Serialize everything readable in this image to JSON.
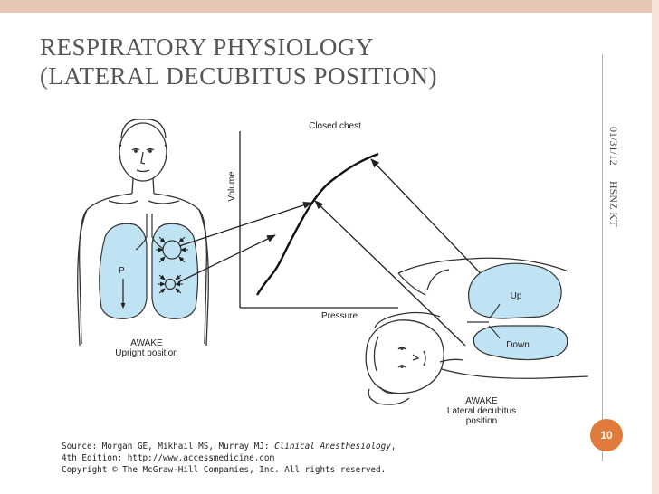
{
  "title": {
    "line1": "RESPIRATORY PHYSIOLOGY",
    "line2": "(LATERAL DECUBITUS POSITION)"
  },
  "sidebar": {
    "date": "01/31/12",
    "author": "HSNZ KT"
  },
  "page_number": "10",
  "figure": {
    "graph_title": "Closed chest",
    "y_axis_label": "Volume",
    "x_axis_label": "Pressure",
    "label_p": "P",
    "upright_caption_1": "AWAKE",
    "upright_caption_2": "Upright position",
    "lateral_caption_1": "AWAKE",
    "lateral_caption_2": "Lateral decubitus",
    "lateral_caption_3": "position",
    "label_up": "Up",
    "label_down": "Down"
  },
  "source": {
    "line1_prefix": "Source: Morgan GE, Mikhail MS, Murray MJ: ",
    "line1_italic": "Clinical Anesthesiology",
    "line1_suffix": ",",
    "line2": "4th Edition: http://www.accessmedicine.com",
    "line3": "Copyright © The McGraw-Hill Companies, Inc. All rights reserved."
  },
  "colors": {
    "accent": "#e07b3b",
    "lung_fill": "#bfe3f2",
    "band": "#e7c6b4"
  }
}
